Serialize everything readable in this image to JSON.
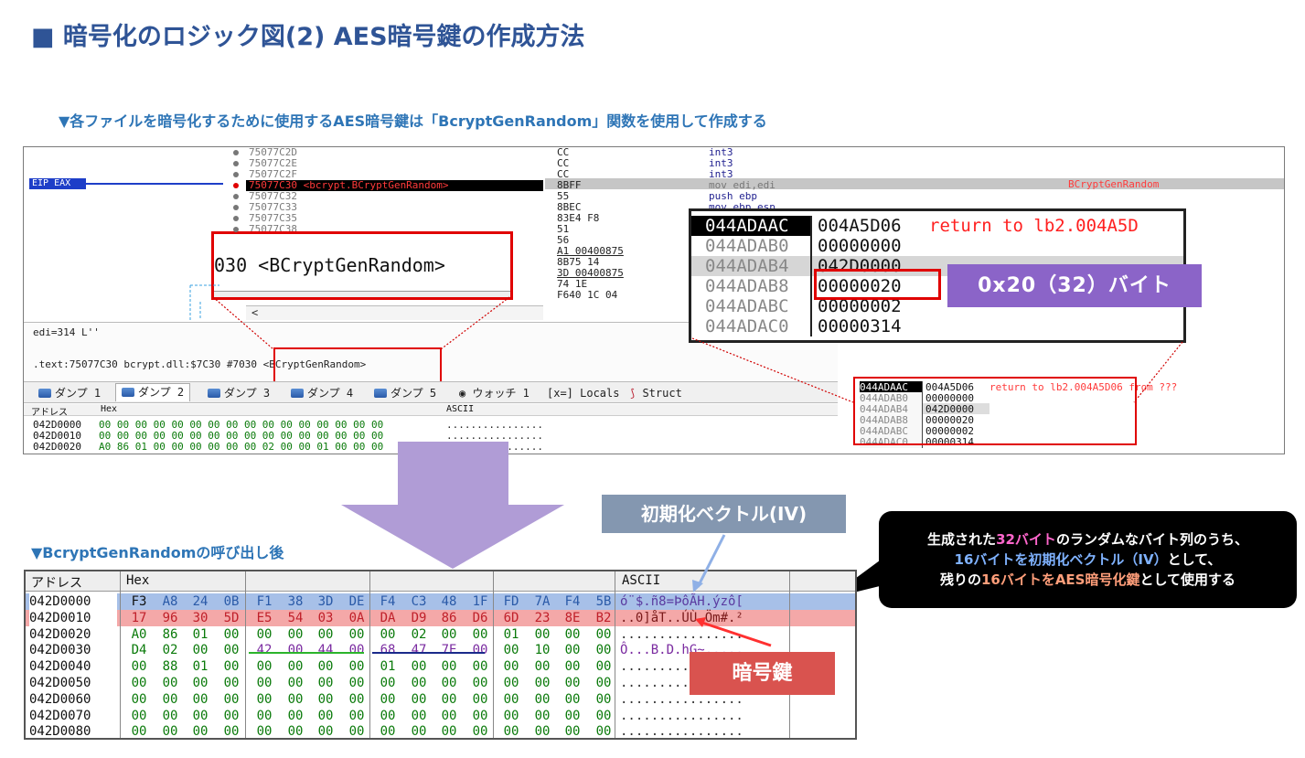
{
  "title": "■ 暗号化のロジック図(2) AES暗号鍵の作成方法",
  "subtitle1": "▼各ファイルを暗号化するために使用するAES暗号鍵は「BcryptGenRandom」関数を使用して作成する",
  "subtitle2": "▼BcryptGenRandomの呼び出し後",
  "debugger": {
    "eip_label": "EIP EAX",
    "addresses": [
      "75077C2D",
      "75077C2E",
      "75077C2F",
      "75077C30 <bcrypt.BCryptGenRandom>",
      "75077C32",
      "75077C33",
      "75077C35",
      "75077C38"
    ],
    "bytes": [
      "CC",
      "CC",
      "CC",
      "8BFF",
      "55",
      "8BEC",
      "83E4 F8",
      "51",
      "56",
      "A1 00400875",
      "8B75 14",
      "3D 00400875",
      "74 1E",
      "F640 1C 04"
    ],
    "instructions": [
      "int3",
      "int3",
      "int3",
      "mov edi,edi",
      "push ebp",
      "mov ebp,esp"
    ],
    "comment": "BCryptGenRandom",
    "zoom_text": "030 <BCryptGenRandom>",
    "info_line1": "edi=314 L''",
    "info_line2": ".text:75077C30 bcrypt.dll:$7C30 #7030 <BCryptGenRandom>",
    "scroll_glyph": "<"
  },
  "tabs": [
    {
      "label": "ダンプ 1"
    },
    {
      "label": "ダンプ 2"
    },
    {
      "label": "ダンプ 3"
    },
    {
      "label": "ダンプ 4"
    },
    {
      "label": "ダンプ 5"
    },
    {
      "label": "ウォッチ 1"
    },
    {
      "label": "[x=] Locals"
    },
    {
      "label": "Struct"
    }
  ],
  "dump_small": {
    "headers": [
      "アドレス",
      "Hex",
      "ASCII"
    ],
    "rows": [
      {
        "addr": "042D0000",
        "hex": "00 00 00 00 00 00 00 00 00 00 00 00 00 00 00 00",
        "ascii": "................"
      },
      {
        "addr": "042D0010",
        "hex": "00 00 00 00 00 00 00 00 00 00 00 00 00 00 00 00",
        "ascii": "................"
      },
      {
        "addr": "042D0020",
        "hex": "A0 86 01 00 00 00 00 00 00 02 00 00 01 00 00 00",
        "ascii": "................"
      }
    ]
  },
  "stack_small": [
    {
      "addr": "044ADAAC",
      "val": "004A5D06",
      "comment": "return to lb2.004A5D06 from ???"
    },
    {
      "addr": "044ADAB0",
      "val": "00000000",
      "comment": ""
    },
    {
      "addr": "044ADAB4",
      "val": "042D0000",
      "comment": ""
    },
    {
      "addr": "044ADAB8",
      "val": "00000020",
      "comment": ""
    },
    {
      "addr": "044ADABC",
      "val": "00000002",
      "comment": ""
    },
    {
      "addr": "044ADAC0",
      "val": "00000314",
      "comment": ""
    }
  ],
  "stack_zoom": [
    {
      "addr": "044ADAAC",
      "val": "004A5D06",
      "comment": "return to lb2.004A5D"
    },
    {
      "addr": "044ADAB0",
      "val": "00000000",
      "comment": ""
    },
    {
      "addr": "044ADAB4",
      "val": "042D0000",
      "comment": ""
    },
    {
      "addr": "044ADAB8",
      "val": "00000020",
      "comment": ""
    },
    {
      "addr": "044ADABC",
      "val": "00000002",
      "comment": ""
    },
    {
      "addr": "044ADAC0",
      "val": "00000314",
      "comment": ""
    }
  ],
  "size_label": "0x20（32）バイト",
  "iv_label": "初期化ベクトル(IV)",
  "key_label": "暗号鍵",
  "callout": {
    "line1_a": "生成された",
    "line1_b": "32バイト",
    "line1_c": "のランダムなバイト列のうち、",
    "line2_a": "16バイトを初期化ベクトル（IV）",
    "line2_b": "として、",
    "line3_a": "残りの",
    "line3_b": "16バイトをAES暗号化鍵",
    "line3_c": "として使用する"
  },
  "hexdump": {
    "headers": [
      "アドレス",
      "Hex",
      "ASCII"
    ],
    "rows": [
      {
        "addr": "042D0000",
        "bytes": [
          "F3",
          "A8",
          "24",
          "0B",
          "F1",
          "38",
          "3D",
          "DE",
          "F4",
          "C3",
          "48",
          "1F",
          "FD",
          "7A",
          "F4",
          "5B"
        ],
        "ascii": "ó¨$.ñ8=ÞôÃH.ýzô["
      },
      {
        "addr": "042D0010",
        "bytes": [
          "17",
          "96",
          "30",
          "5D",
          "E5",
          "54",
          "03",
          "0A",
          "DA",
          "D9",
          "86",
          "D6",
          "6D",
          "23",
          "8E",
          "B2"
        ],
        "ascii": "..0]åT..ÚÙ.Öm#.²"
      },
      {
        "addr": "042D0020",
        "bytes": [
          "A0",
          "86",
          "01",
          "00",
          "00",
          "00",
          "00",
          "00",
          "00",
          "02",
          "00",
          "00",
          "01",
          "00",
          "00",
          "00"
        ],
        "ascii": "................"
      },
      {
        "addr": "042D0030",
        "bytes": [
          "D4",
          "02",
          "00",
          "00",
          "42",
          "00",
          "44",
          "00",
          "68",
          "47",
          "7E",
          "00",
          "00",
          "10",
          "00",
          "00"
        ],
        "ascii": "Ô...B.D.hG~....."
      },
      {
        "addr": "042D0040",
        "bytes": [
          "00",
          "88",
          "01",
          "00",
          "00",
          "00",
          "00",
          "00",
          "01",
          "00",
          "00",
          "00",
          "00",
          "00",
          "00",
          "00"
        ],
        "ascii": "................"
      },
      {
        "addr": "042D0050",
        "bytes": [
          "00",
          "00",
          "00",
          "00",
          "00",
          "00",
          "00",
          "00",
          "00",
          "00",
          "00",
          "00",
          "00",
          "00",
          "00",
          "00"
        ],
        "ascii": "................"
      },
      {
        "addr": "042D0060",
        "bytes": [
          "00",
          "00",
          "00",
          "00",
          "00",
          "00",
          "00",
          "00",
          "00",
          "00",
          "00",
          "00",
          "00",
          "00",
          "00",
          "00"
        ],
        "ascii": "................"
      },
      {
        "addr": "042D0070",
        "bytes": [
          "00",
          "00",
          "00",
          "00",
          "00",
          "00",
          "00",
          "00",
          "00",
          "00",
          "00",
          "00",
          "00",
          "00",
          "00",
          "00"
        ],
        "ascii": "................"
      },
      {
        "addr": "042D0080",
        "bytes": [
          "00",
          "00",
          "00",
          "00",
          "00",
          "00",
          "00",
          "00",
          "00",
          "00",
          "00",
          "00",
          "00",
          "00",
          "00",
          "00"
        ],
        "ascii": "................"
      }
    ]
  },
  "colors": {
    "title": "#2F5496",
    "subtitle": "#2E75B6",
    "highlight_red": "#E00000",
    "purple_label": "#8B64C8",
    "iv_label": "#8497B0",
    "key_label": "#D9534F",
    "iv_row": "#A7C0E8",
    "key_row": "#F4A8A8",
    "arrow": "#B09CD6"
  }
}
